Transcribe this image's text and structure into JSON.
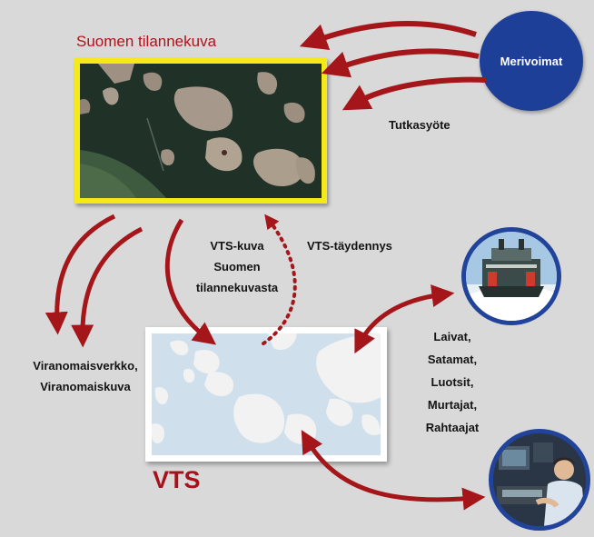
{
  "labels": {
    "satellite_title": "Suomen tilannekuva",
    "merivoimat": "Merivoimat",
    "tutkasyote": "Tutkasyöte",
    "vts_kuva_lines": [
      "VTS-kuva",
      "Suomen",
      "tilannekuvasta"
    ],
    "vts_taydennys": "VTS-täydennys",
    "viranomais_lines": [
      "Viranomaisverkko,",
      "Viranomaiskuva"
    ],
    "vts_title": "VTS",
    "stakeholder_lines": [
      "Laivat,",
      "Satamat,",
      "Luotsit,",
      "Murtajat,",
      "Rahtaajat"
    ]
  },
  "colors": {
    "background": "#d9d9d9",
    "arrow": "#a4161a",
    "title_red": "#b0121b",
    "frame_yellow": "#f5ea17",
    "navy": "#1e3f98",
    "water_dark": "#1f2f2a",
    "map_water": "#cfe0ec",
    "map_land": "#f2f2f2"
  },
  "icons": {
    "merivoimat": "navy-circle-node",
    "ship": "icebreaker-ship-photo",
    "operator": "vts-operator-photo",
    "satellite": "satellite-archipelago-image",
    "map": "vts-archipelago-map"
  }
}
